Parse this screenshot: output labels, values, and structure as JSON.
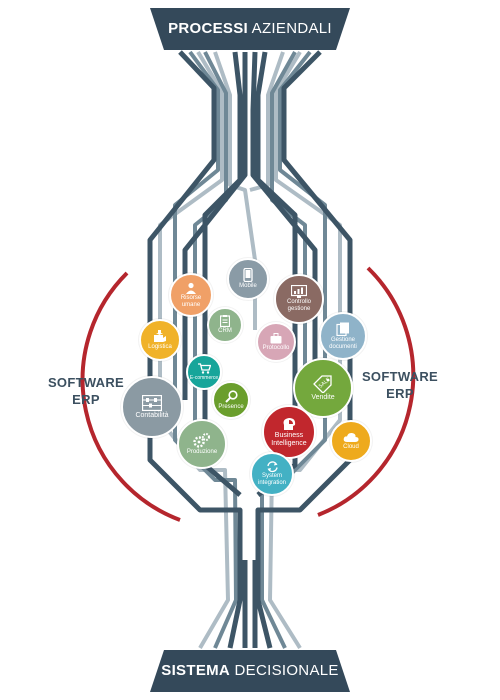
{
  "header": {
    "bold": "PROCESSI",
    "light": "AZIENDALI"
  },
  "footer": {
    "bold": "SISTEMA",
    "light": "DECISIONALE"
  },
  "left_label": [
    "SOFTWARE",
    "ERP"
  ],
  "right_label": [
    "SOFTWARE",
    "ERP"
  ],
  "colors": {
    "banner": "#34495a",
    "line_dark": "#3d5566",
    "line_mid": "#6f8896",
    "line_light": "#aebcc5",
    "arc": "#b5262d"
  },
  "nodes": [
    {
      "id": "risorse-umane",
      "label": [
        "Risorse",
        "umane"
      ],
      "icon": "person-icon",
      "color": "#f0a067"
    },
    {
      "id": "mobile",
      "label": [
        "Mobile"
      ],
      "icon": "phone-icon",
      "color": "#8a9ba6"
    },
    {
      "id": "controllo-gestione",
      "label": [
        "Controllo",
        "gestione"
      ],
      "icon": "monitor-chart-icon",
      "color": "#8a6a63"
    },
    {
      "id": "crm",
      "label": [
        "CRM"
      ],
      "icon": "clipboard-icon",
      "color": "#8fb48c"
    },
    {
      "id": "logistica",
      "label": [
        "Logistica"
      ],
      "icon": "box-icon",
      "color": "#f0b229"
    },
    {
      "id": "gestione-documenti",
      "label": [
        "Gestione",
        "documenti"
      ],
      "icon": "documents-icon",
      "color": "#8fb3c9"
    },
    {
      "id": "protocollo",
      "label": [
        "Protocollo"
      ],
      "icon": "briefcase-icon",
      "color": "#d7a6b6"
    },
    {
      "id": "e-commerce",
      "label": [
        "E-commerce"
      ],
      "icon": "cart-icon",
      "color": "#17a59a"
    },
    {
      "id": "vendite",
      "label": [
        "Vendite"
      ],
      "icon": "sale-tag-icon",
      "color": "#74a83d"
    },
    {
      "id": "contabilita",
      "label": [
        "Contabilità"
      ],
      "icon": "abacus-icon",
      "color": "#8b9aa3"
    },
    {
      "id": "presence",
      "label": [
        "Presence"
      ],
      "icon": "magnifier-icon",
      "color": "#6a9e2c"
    },
    {
      "id": "business-intelligence",
      "label": [
        "Business",
        "Intelligence"
      ],
      "icon": "pie-head-icon",
      "color": "#c1272d"
    },
    {
      "id": "cloud",
      "label": [
        "Cloud"
      ],
      "icon": "cloud-icon",
      "color": "#eeaa1d"
    },
    {
      "id": "produzione",
      "label": [
        "Produzione"
      ],
      "icon": "gears-icon",
      "color": "#8fb48c"
    },
    {
      "id": "system-integration",
      "label": [
        "System",
        "integration"
      ],
      "icon": "sync-icon",
      "color": "#43b1c4"
    }
  ]
}
